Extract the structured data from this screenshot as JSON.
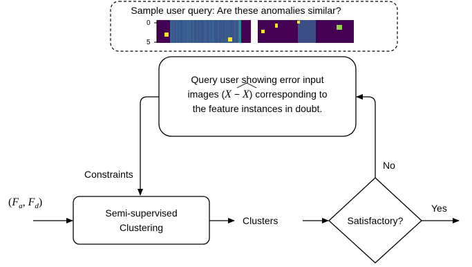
{
  "query_panel": {
    "title": "Sample user query: Are these anomalies similar?",
    "y_tick_top": "0",
    "y_tick_bottom": "5"
  },
  "query_box": {
    "line1": "Query user showing error input",
    "line2_prefix": "images (",
    "math_x": "X",
    "math_minus": " − ",
    "math_xhat": "X",
    "line2_suffix": ") corresponding to",
    "line3": "the feature instances in doubt."
  },
  "labels": {
    "constraints": "Constraints",
    "no": "No",
    "yes": "Yes",
    "clusters": "Clusters",
    "input_open": "(",
    "input_fa": "F",
    "input_fa_sub": "a",
    "input_sep": ", ",
    "input_fd": "F",
    "input_fd_sub": "d",
    "input_close": ")"
  },
  "clustering_box": {
    "line1": "Semi-supervised",
    "line2": "Clustering"
  },
  "decision": {
    "label": "Satisfactory?"
  },
  "colors": {
    "viridis_dark": "#440154",
    "viridis_blue": "#3b5a8f",
    "viridis_teal": "#2a8a8c",
    "viridis_yellow": "#fde725",
    "viridis_green": "#8fd744"
  }
}
